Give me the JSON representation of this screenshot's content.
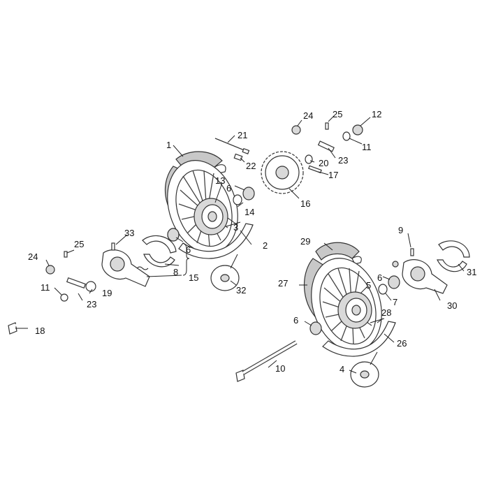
{
  "diagram": {
    "callouts": [
      {
        "id": "c1",
        "text": "1"
      },
      {
        "id": "c2",
        "text": "2"
      },
      {
        "id": "c3",
        "text": "3"
      },
      {
        "id": "c4",
        "text": "4"
      },
      {
        "id": "c5",
        "text": "5"
      },
      {
        "id": "c6a",
        "text": "6"
      },
      {
        "id": "c6b",
        "text": "6"
      },
      {
        "id": "c6c",
        "text": "6"
      },
      {
        "id": "c6d",
        "text": "6"
      },
      {
        "id": "c7",
        "text": "7"
      },
      {
        "id": "c8",
        "text": "8"
      },
      {
        "id": "c9",
        "text": "9"
      },
      {
        "id": "c10",
        "text": "10"
      },
      {
        "id": "c11a",
        "text": "11"
      },
      {
        "id": "c11b",
        "text": "11"
      },
      {
        "id": "c12",
        "text": "12"
      },
      {
        "id": "c13",
        "text": "13"
      },
      {
        "id": "c14",
        "text": "14"
      },
      {
        "id": "c15",
        "text": "15"
      },
      {
        "id": "c16",
        "text": "16"
      },
      {
        "id": "c17",
        "text": "17"
      },
      {
        "id": "c18",
        "text": "18"
      },
      {
        "id": "c19",
        "text": "19"
      },
      {
        "id": "c20",
        "text": "20"
      },
      {
        "id": "c21",
        "text": "21"
      },
      {
        "id": "c22",
        "text": "22"
      },
      {
        "id": "c23a",
        "text": "23"
      },
      {
        "id": "c23b",
        "text": "23"
      },
      {
        "id": "c24a",
        "text": "24"
      },
      {
        "id": "c24b",
        "text": "24"
      },
      {
        "id": "c25a",
        "text": "25"
      },
      {
        "id": "c25b",
        "text": "25"
      },
      {
        "id": "c26",
        "text": "26"
      },
      {
        "id": "c27",
        "text": "27"
      },
      {
        "id": "c28",
        "text": "28"
      },
      {
        "id": "c29",
        "text": "29"
      },
      {
        "id": "c30",
        "text": "30"
      },
      {
        "id": "c31",
        "text": "31"
      },
      {
        "id": "c32",
        "text": "32"
      },
      {
        "id": "c33",
        "text": "33"
      }
    ]
  }
}
